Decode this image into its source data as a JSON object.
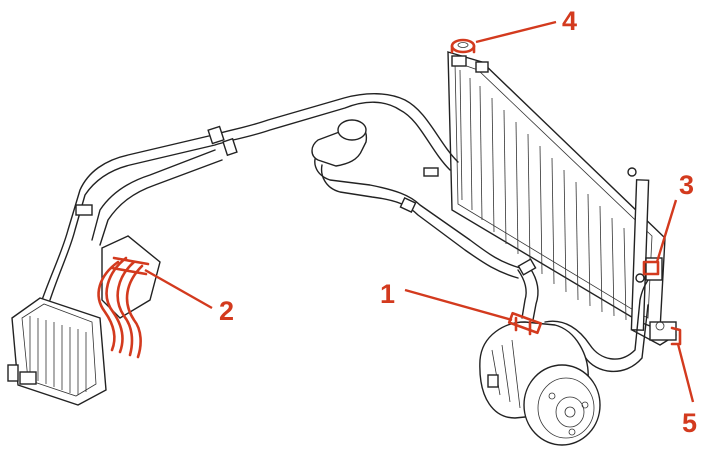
{
  "callouts": {
    "c1": {
      "label": "1"
    },
    "c2": {
      "label": "2"
    },
    "c3": {
      "label": "3"
    },
    "c4": {
      "label": "4"
    },
    "c5": {
      "label": "5"
    }
  },
  "colors": {
    "highlight": "#d33a1e",
    "line": "#222222",
    "background": "#ffffff"
  }
}
